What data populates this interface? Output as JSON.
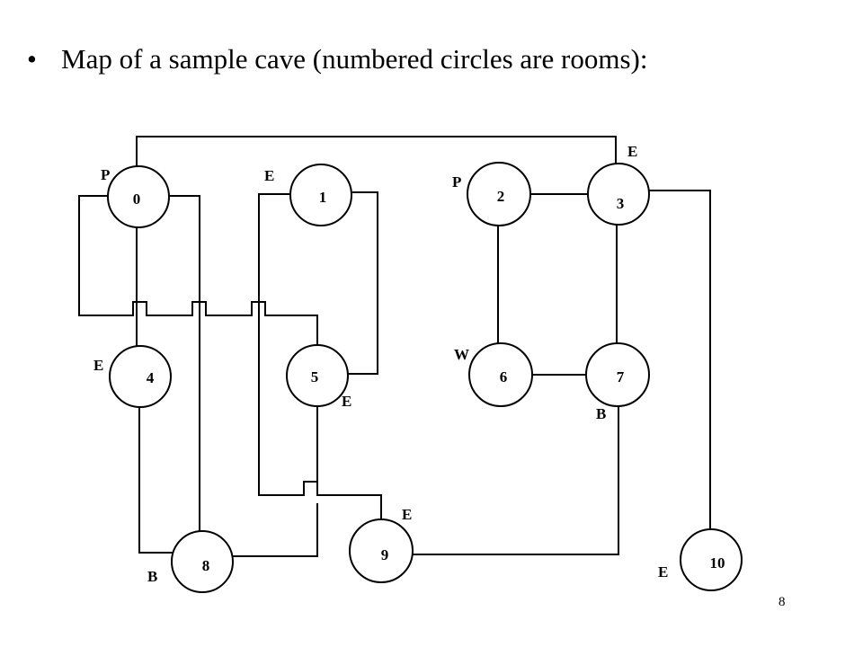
{
  "slide": {
    "bullet": "•",
    "title": "Map of a sample cave (numbered circles are rooms):",
    "page_number": "8"
  },
  "rooms": [
    {
      "id": "0",
      "label": "0",
      "marker": "P"
    },
    {
      "id": "1",
      "label": "1",
      "marker": "E"
    },
    {
      "id": "2",
      "label": "2",
      "marker": "P"
    },
    {
      "id": "3",
      "label": "3",
      "marker": "E"
    },
    {
      "id": "4",
      "label": "4",
      "marker": "E"
    },
    {
      "id": "5",
      "label": "5",
      "marker": "E"
    },
    {
      "id": "6",
      "label": "6",
      "marker": "W"
    },
    {
      "id": "7",
      "label": "7",
      "marker": "B"
    },
    {
      "id": "8",
      "label": "8",
      "marker": "B"
    },
    {
      "id": "9",
      "label": "9",
      "marker": "E"
    },
    {
      "id": "10",
      "label": "10",
      "marker": "E"
    }
  ],
  "connections": [
    [
      "0",
      "3"
    ],
    [
      "0",
      "4"
    ],
    [
      "0",
      "5"
    ],
    [
      "1",
      "9"
    ],
    [
      "1",
      "5"
    ],
    [
      "2",
      "3"
    ],
    [
      "2",
      "6"
    ],
    [
      "3",
      "7"
    ],
    [
      "3",
      "10"
    ],
    [
      "6",
      "7"
    ],
    [
      "7",
      "9"
    ],
    [
      "4",
      "8"
    ],
    [
      "0",
      "8"
    ],
    [
      "5",
      "8"
    ]
  ]
}
